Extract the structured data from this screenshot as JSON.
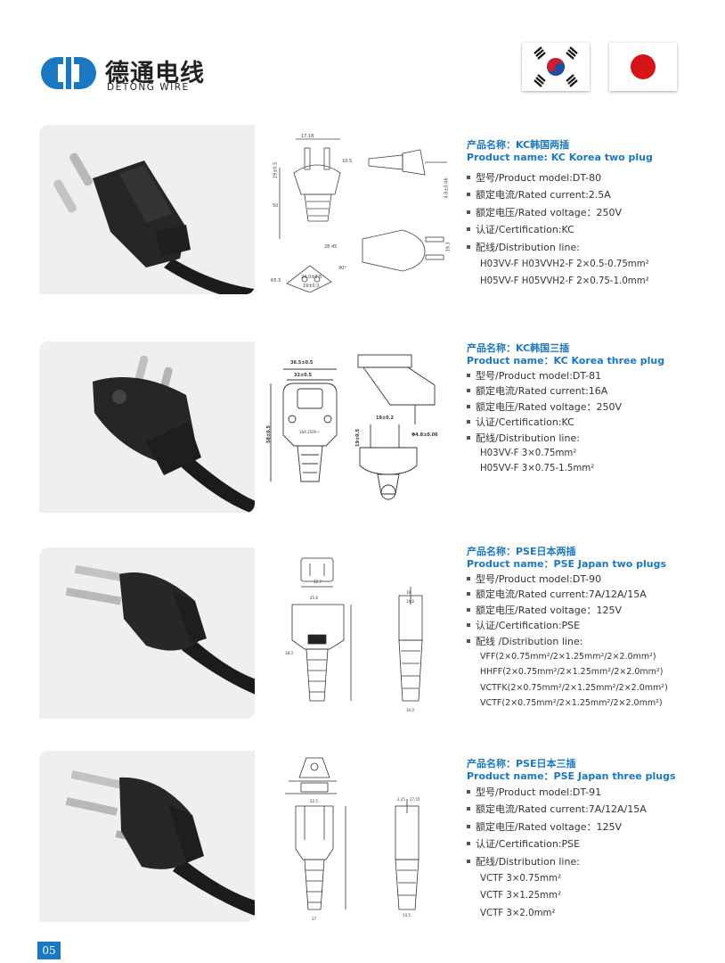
{
  "brand": {
    "name_cn": "德通电线",
    "name_en": "DETONG WIRE"
  },
  "flags": [
    "korea-flag",
    "japan-flag"
  ],
  "colors": {
    "accent": "#1a78c2",
    "logo": "#1a78c2"
  },
  "page_number": "05",
  "products": [
    {
      "title_cn": "产品名称：KC韩国两插",
      "title_en": "Product name: KC Korea two plug",
      "specs": [
        "型号/Product model:DT-80",
        "额定电流/Rated current:2.5A",
        "额定电压/Rated voltage：250V",
        "认证/Certification:KC",
        "配线/Distribution line:"
      ],
      "lines": [
        "H03VV-F H03VVH2-F 2×0.5-0.75mm²",
        "H05VV-F H05VVH2-F 2×0.75-1.0mm²"
      ],
      "dims": [
        "17.18",
        "19±0.5",
        "10.5",
        "50",
        "4.8±0.06",
        "28.45",
        "39.3",
        "R5.5",
        "24.0±0.5",
        "19±0.2",
        "90°"
      ]
    },
    {
      "title_cn": "产品名称：KC韩国三插",
      "title_en": "Product name：KC Korea three plug",
      "specs": [
        "型号/Product model:DT-81",
        "额定电流/Rated current:16A",
        "额定电压/Rated voltage：250V",
        "认证/Certification:KC",
        "配线/Distribution line:"
      ],
      "lines": [
        "H03VV-F 3×0.75mm²",
        "H05VV-F 3×0.75-1.5mm²"
      ],
      "dims": [
        "36.5±0.5",
        "32±0.5",
        "58±0.5",
        "19±0.2",
        "19±0.5",
        "Φ4.8±0.06",
        "16A 250V~"
      ]
    },
    {
      "title_cn": "产品名称：PSE日本两插",
      "title_en": "Product name：PSE Japan two plugs",
      "specs": [
        "型号/Product model:DT-90",
        "额定电流/Rated current:7A/12A/15A",
        "额定电压/Rated voltage：125V",
        "认证/Certification:PSE",
        "配线 /Distribution line:"
      ],
      "lines": [
        "VFF(2×0.75mm²/2×1.25mm²/2×2.0mm²)",
        "HHFF(2×0.75mm²/2×1.25mm²/2×2.0mm²)",
        "VCTFK(2×0.75mm²/2×1.25mm²/2×2.0mm²)",
        "VCTF(2×0.75mm²/2×1.25mm²/2×2.0mm²)"
      ],
      "dims": [
        "12.7",
        "25.8",
        "19",
        "14.8",
        "18.3",
        "16.0"
      ]
    },
    {
      "title_cn": "产品名称：PSE日本三插",
      "title_en": "Product name：PSE Japan three plugs",
      "specs": [
        "型号/Product model:DT-91",
        "额定电流/Rated current:7A/12A/15A",
        "额定电压/Rated voltage：125V",
        "认证/Certification:PSE",
        "配线/Distribution line:"
      ],
      "lines": [
        "VCTF 3×0.75mm²",
        "VCTF 3×1.25mm²",
        "VCTF 3×2.0mm²"
      ],
      "dims": [
        "22.5",
        "27.55",
        "17",
        "14.5",
        "2.25"
      ]
    }
  ]
}
